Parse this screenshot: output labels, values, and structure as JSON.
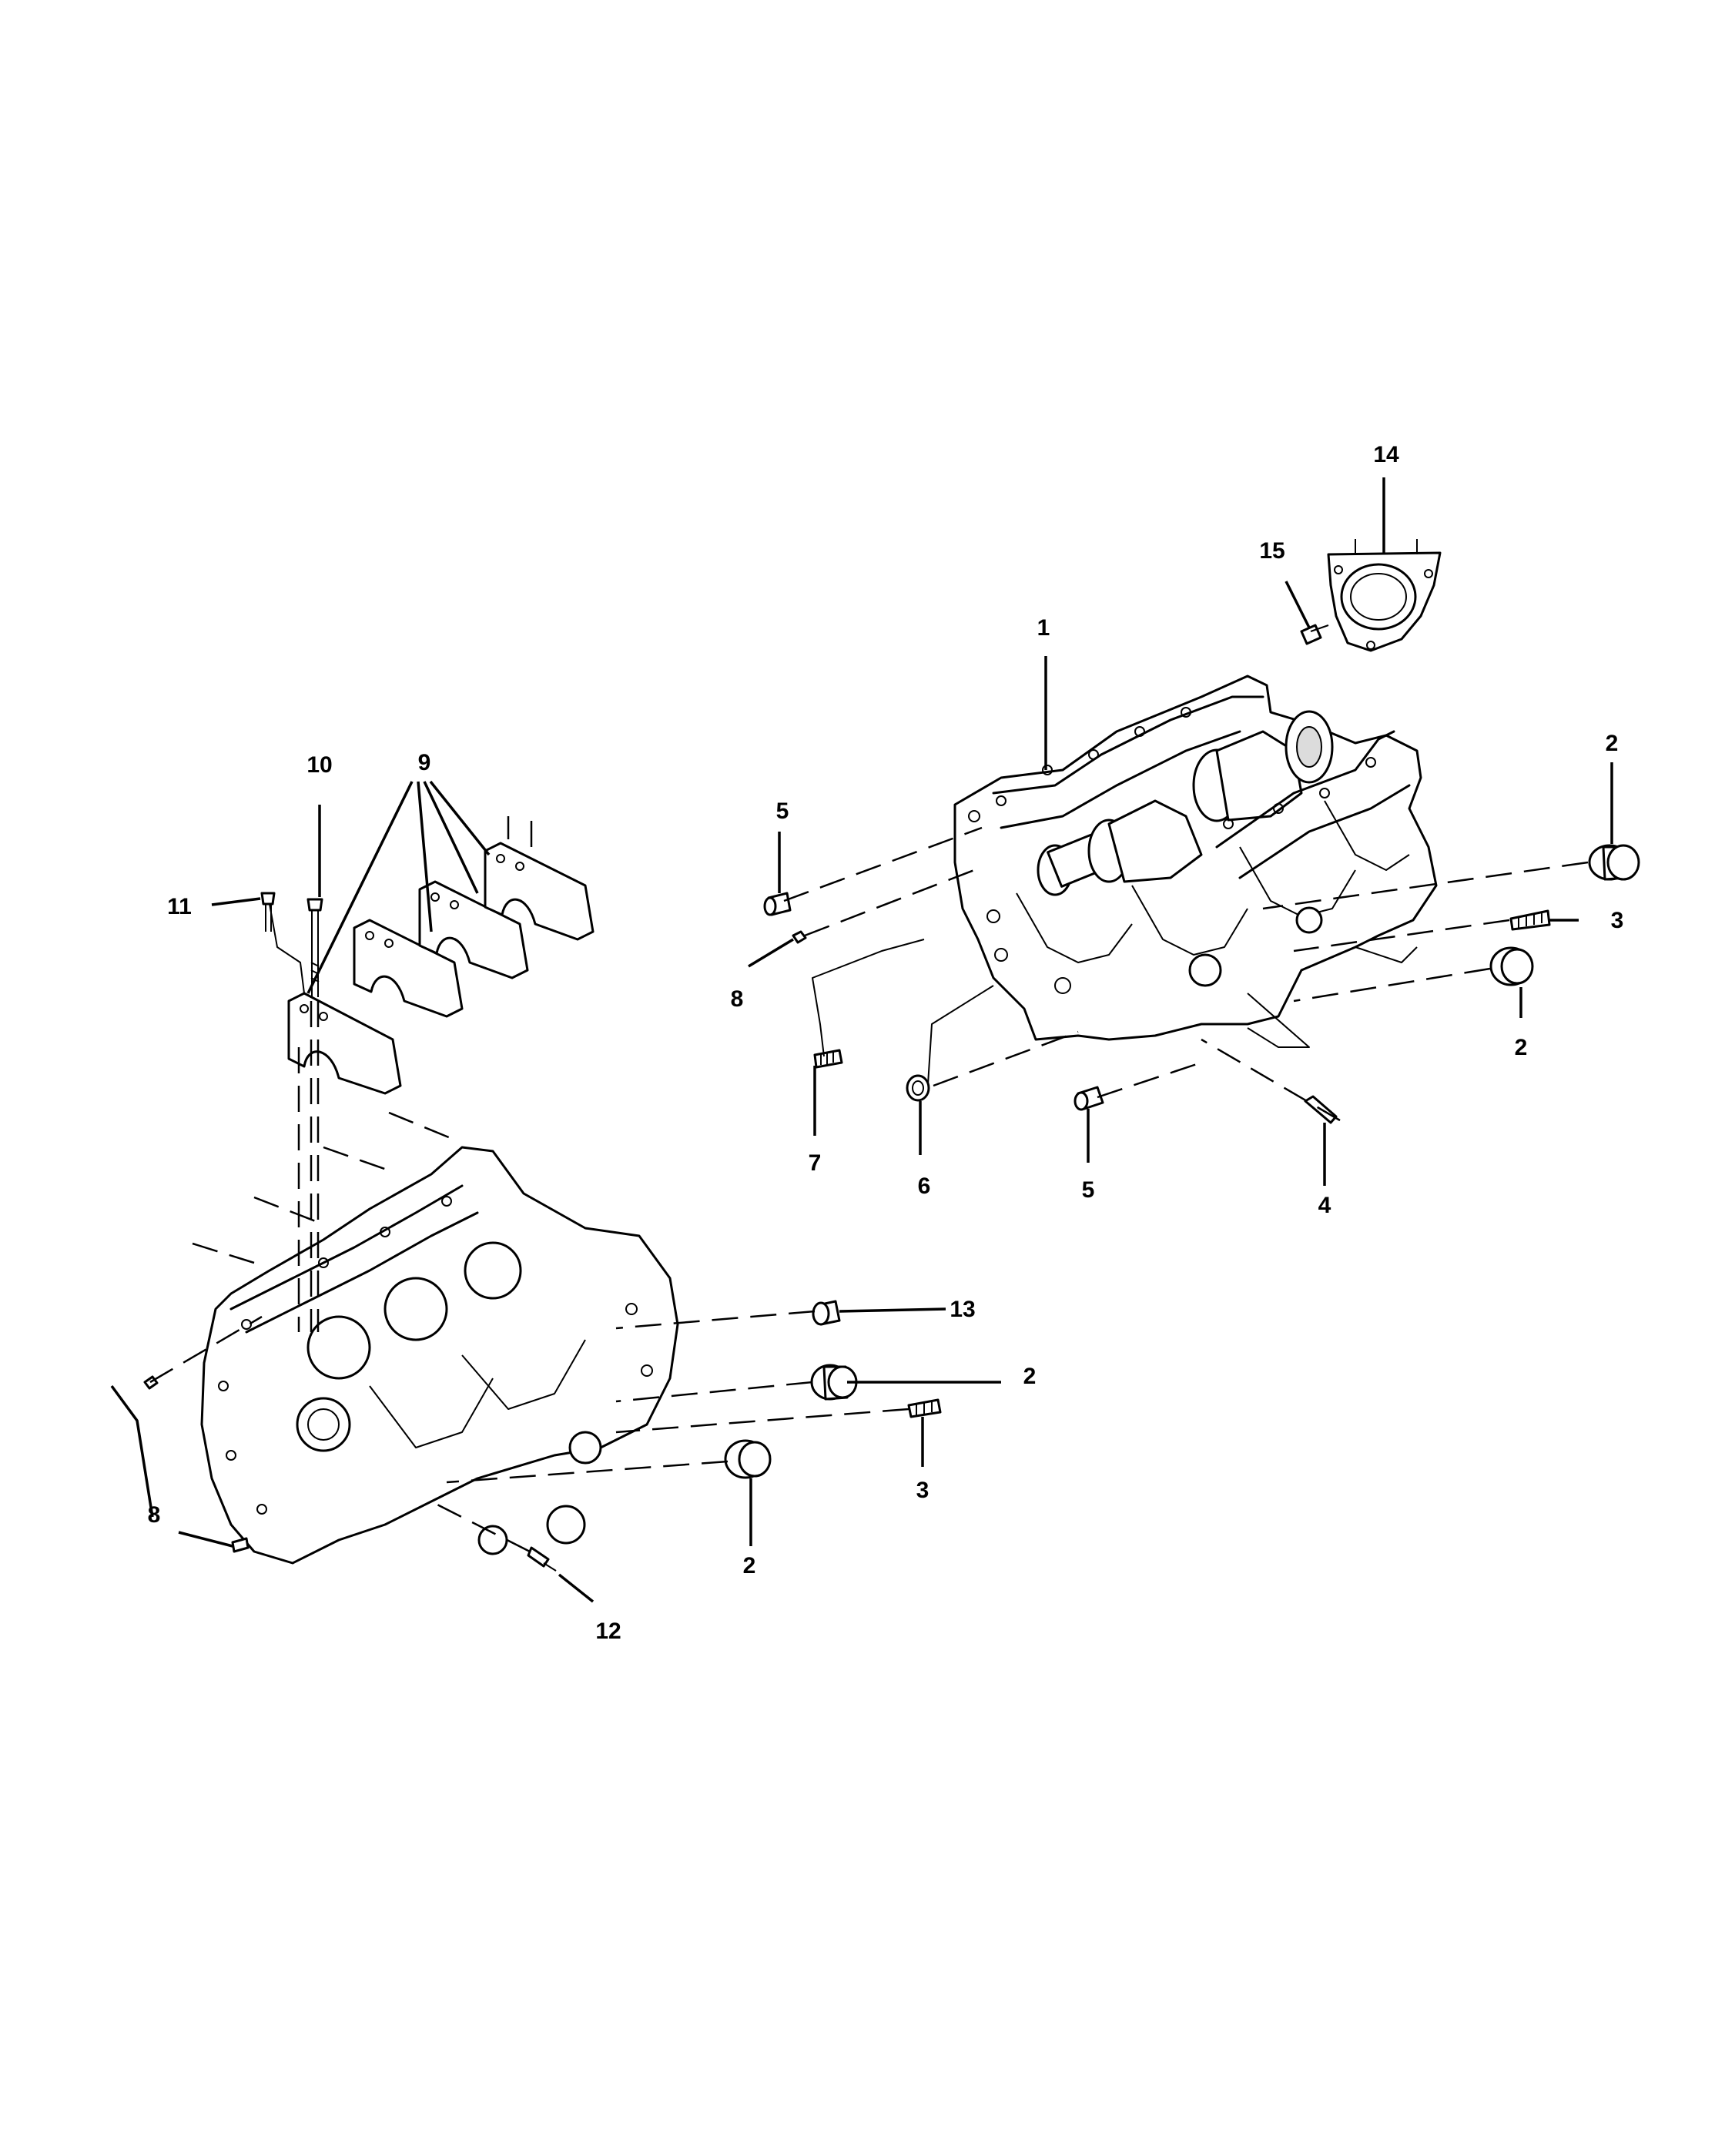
{
  "callouts": [
    {
      "id": "c1",
      "text": "1"
    },
    {
      "id": "c2a",
      "text": "2"
    },
    {
      "id": "c2b",
      "text": "2"
    },
    {
      "id": "c2c",
      "text": "2"
    },
    {
      "id": "c2d",
      "text": "2"
    },
    {
      "id": "c3a",
      "text": "3"
    },
    {
      "id": "c3b",
      "text": "3"
    },
    {
      "id": "c4",
      "text": "4"
    },
    {
      "id": "c5a",
      "text": "5"
    },
    {
      "id": "c5b",
      "text": "5"
    },
    {
      "id": "c6",
      "text": "6"
    },
    {
      "id": "c7",
      "text": "7"
    },
    {
      "id": "c8a",
      "text": "8"
    },
    {
      "id": "c8b",
      "text": "8"
    },
    {
      "id": "c9",
      "text": "9"
    },
    {
      "id": "c10",
      "text": "10"
    },
    {
      "id": "c11",
      "text": "11"
    },
    {
      "id": "c12",
      "text": "12"
    },
    {
      "id": "c13",
      "text": "13"
    },
    {
      "id": "c14",
      "text": "14"
    },
    {
      "id": "c15",
      "text": "15"
    }
  ]
}
